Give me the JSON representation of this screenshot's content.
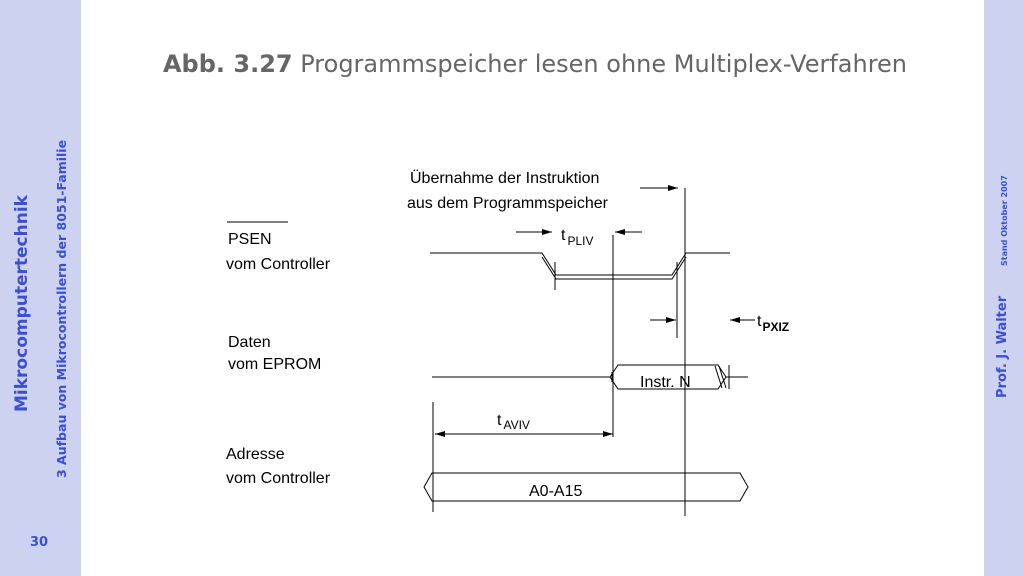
{
  "sidebar": {
    "course": "Mikrocomputertechnik",
    "chapter": "3 Aufbau von Mikrocontrollern der 8051-Familie",
    "page_number": "30"
  },
  "right_bar": {
    "author": "Prof. J. Walter",
    "stand": "Stand Oktober 2007"
  },
  "title": {
    "figure_number": "Abb. 3.27",
    "text": "Programmspeicher lesen ohne Multiplex-Verfahren"
  },
  "diagram": {
    "annotation_line1": "Übernahme der Instruktion",
    "annotation_line2": "aus dem Programmspeicher",
    "signals": {
      "psen": {
        "name": "PSEN",
        "source": "vom Controller",
        "active_low": true
      },
      "daten": {
        "name": "Daten",
        "source": "vom EPROM"
      },
      "adresse": {
        "name": "Adresse",
        "source": "vom Controller"
      }
    },
    "bus_labels": {
      "instr": "Instr. N",
      "addr": "A0-A15"
    },
    "timings": {
      "pliv": {
        "t": "t",
        "sub": "PLIV"
      },
      "pxiz": {
        "t": "t",
        "sub": "PXIZ"
      },
      "aviv": {
        "t": "t",
        "sub": "AVIV"
      }
    }
  }
}
